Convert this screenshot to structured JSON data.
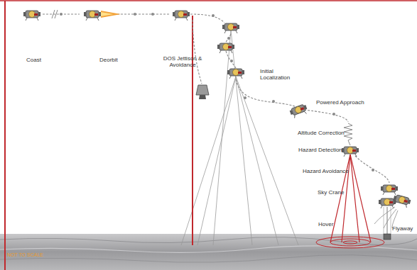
{
  "diagram": {
    "labels": [
      "Coast",
      "Deorbit",
      "DOS Jettison & Avoidance",
      "Initial Localization",
      "Powered Approach",
      "Altitude Correction",
      "Hazard Detection",
      "Hazard Avoidance",
      "Sky Crane",
      "Hover",
      "Flyaway",
      "NOT TO SCALE"
    ]
  }
}
